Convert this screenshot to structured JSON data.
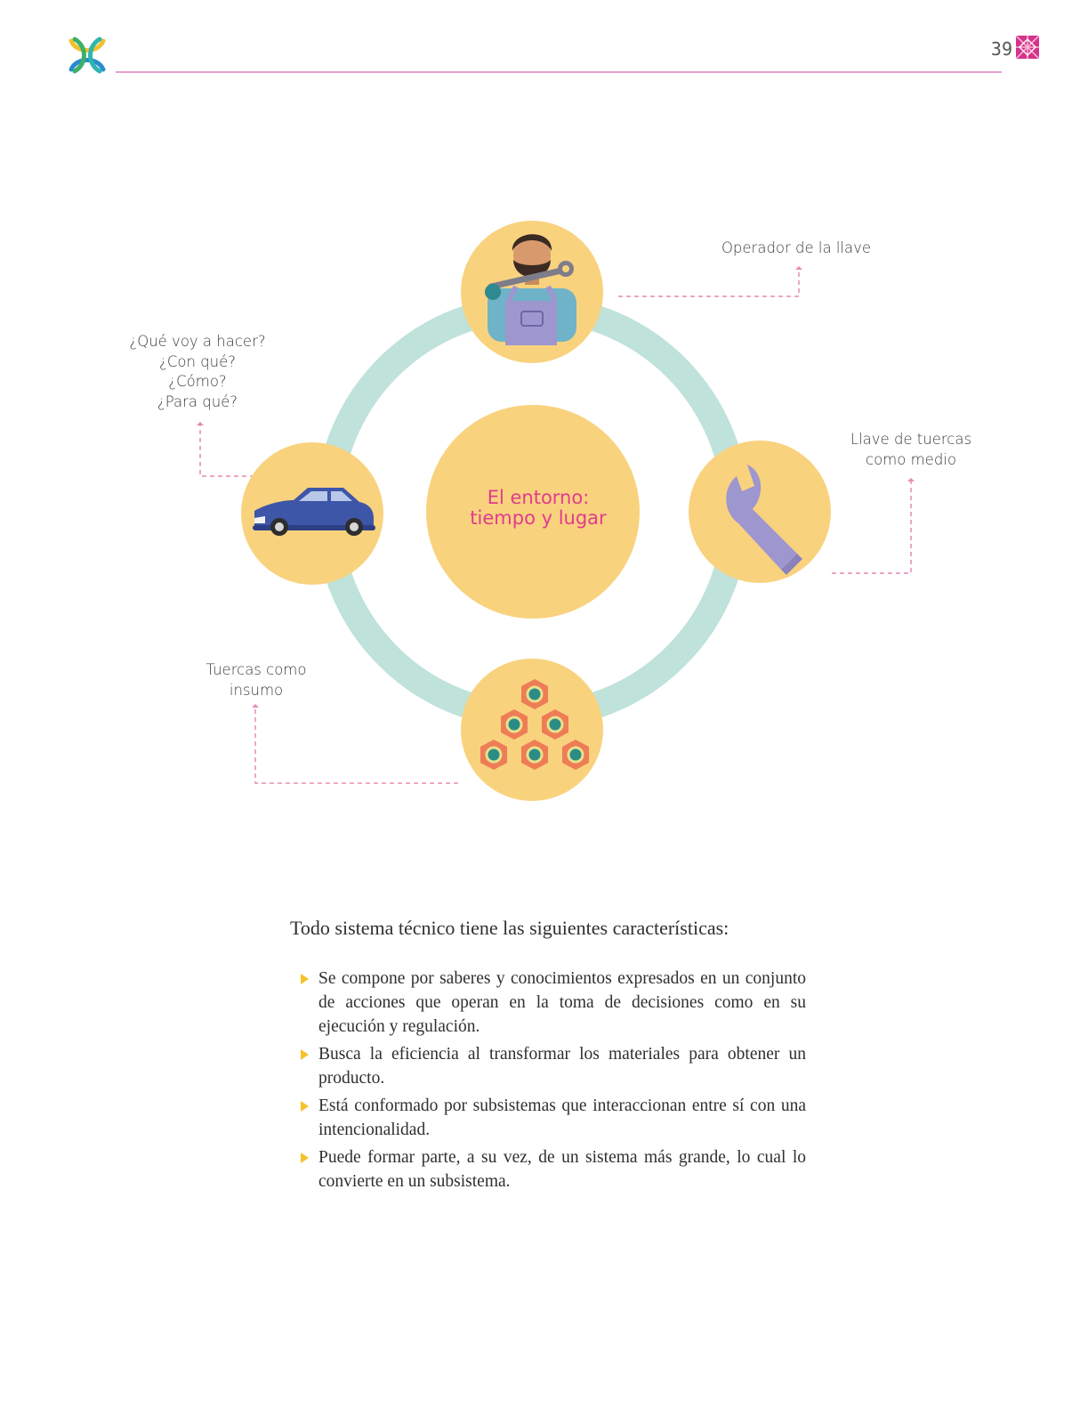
{
  "header": {
    "page_number": "39",
    "logo_icon": "colorful-x-logo-icon",
    "corner_icon": "pink-pattern-icon",
    "rule_color": "#e8a0d2"
  },
  "diagram": {
    "center_title_line1": "El entorno:",
    "center_title_line2": "tiempo y lugar",
    "nodes": {
      "top": {
        "icon": "mechanic-icon",
        "label": [
          "Operador de la llave"
        ]
      },
      "right": {
        "icon": "wrench-icon",
        "label": [
          "Llave de tuercas",
          "como medio"
        ]
      },
      "bottom": {
        "icon": "nuts-icon",
        "label": [
          "Tuercas como",
          "insumo"
        ]
      },
      "left": {
        "icon": "car-icon",
        "label": [
          "¿Qué voy a hacer?",
          "¿Con qué?",
          "¿Cómo?",
          "¿Para qué?"
        ]
      }
    },
    "colors": {
      "ring": "#bfe2da",
      "circle": "#f9d27e",
      "title": "#e23b8f",
      "connector": "#e58ab6"
    }
  },
  "content": {
    "intro": "Todo sistema técnico tiene las siguientes características:",
    "bullets": [
      "Se compone por saberes y conocimientos expresados en un conjunto de acciones que operan en la toma de decisiones como en su ejecución y regulación.",
      "Busca la eficiencia al transformar los materiales para obtener un producto.",
      "Está conformado por subsistemas que interaccionan entre sí con una intencionalidad.",
      "Puede formar parte, a su vez, de un sistema más grande, lo cual lo convierte en un subsistema."
    ],
    "bullet_color": "#f6c22c"
  }
}
